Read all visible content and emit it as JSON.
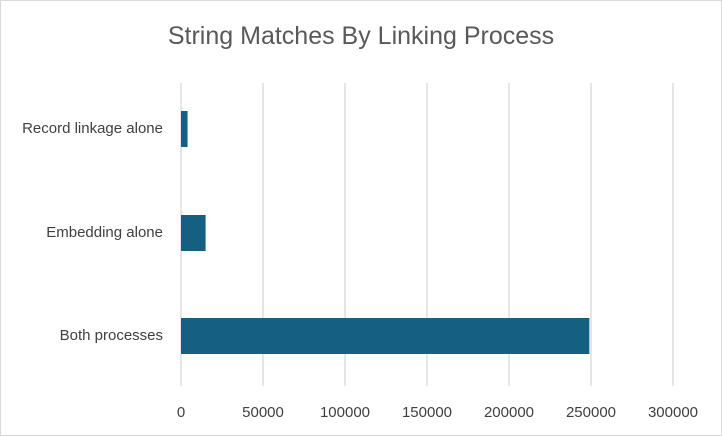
{
  "chart_data": {
    "type": "bar",
    "orientation": "horizontal",
    "title": "String Matches By Linking Process",
    "categories": [
      "Record linkage alone",
      "Embedding alone",
      "Both processes"
    ],
    "values": [
      4000,
      15000,
      249000
    ],
    "xlim": [
      0,
      300000
    ],
    "xticks": [
      0,
      50000,
      100000,
      150000,
      200000,
      250000,
      300000
    ],
    "xtick_labels": [
      "0",
      "50000",
      "100000",
      "150000",
      "200000",
      "250000",
      "300000"
    ],
    "grid": "vertical",
    "legend": "none",
    "bar_color": "#156082"
  }
}
